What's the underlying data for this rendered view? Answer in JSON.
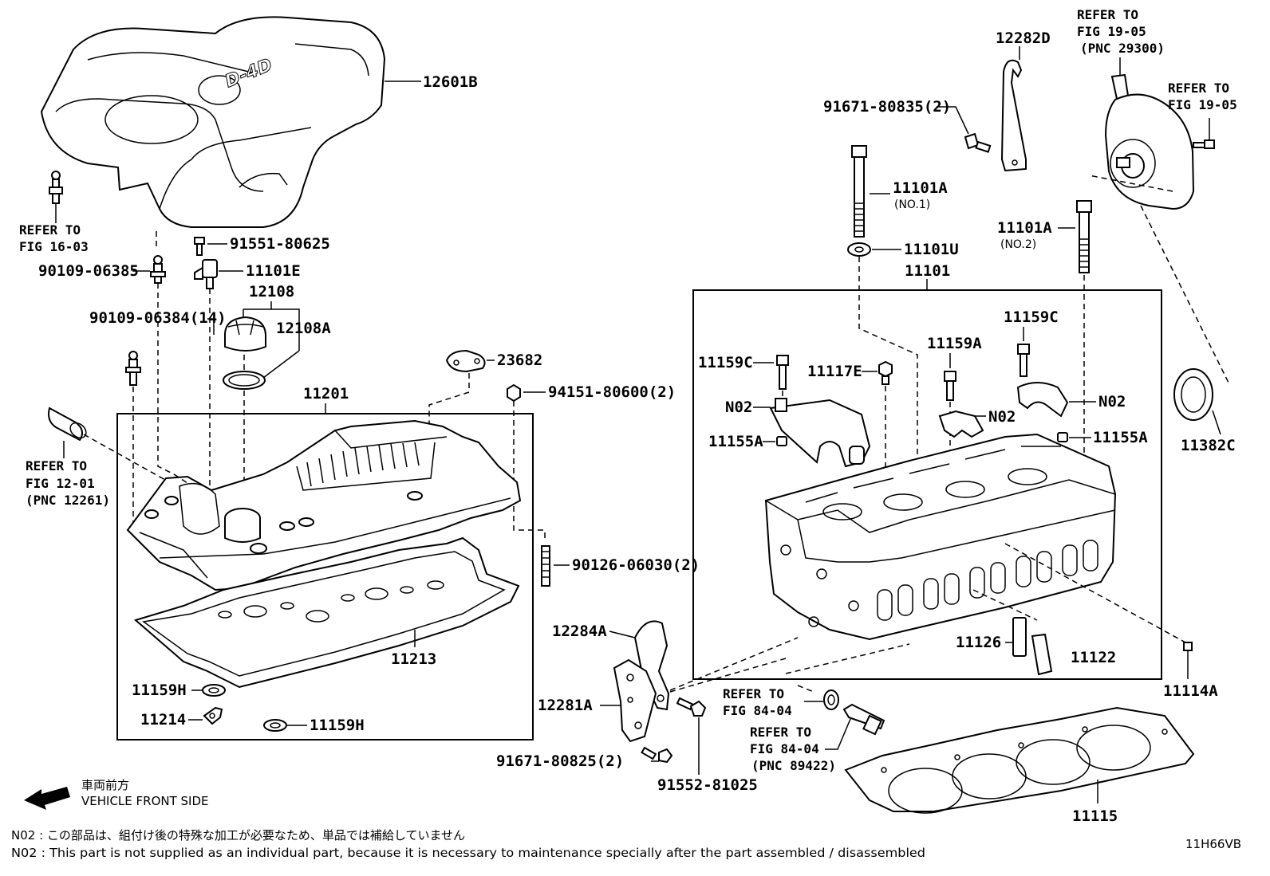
{
  "parts": {
    "p12601B": "12601B",
    "p91551_80625": "91551-80625",
    "p90109_06385": "90109-06385",
    "p11101E": "11101E",
    "p12108": "12108",
    "p12108A": "12108A",
    "p90109_06384": "90109-06384(14)",
    "p23682": "23682",
    "p94151_80600": "94151-80600(2)",
    "p11201": "11201",
    "p90126_06030": "90126-06030(2)",
    "p11213": "11213",
    "p11159H_a": "11159H",
    "p11214": "11214",
    "p11159H_b": "11159H",
    "p12282D": "12282D",
    "p91671_80835": "91671-80835(2)",
    "p11101A_1": "11101A",
    "p11101A_1_sub": "(NO.1)",
    "p11101A_2": "11101A",
    "p11101A_2_sub": "(NO.2)",
    "p11101U": "11101U",
    "p11101": "11101",
    "p11159C_a": "11159C",
    "p11117E": "11117E",
    "p11159A": "11159A",
    "p11159C_b": "11159C",
    "pN02_a": "N02",
    "pN02_b": "N02",
    "pN02_c": "N02",
    "p11155A_a": "11155A",
    "p11155A_b": "11155A",
    "p11382C": "11382C",
    "p11126": "11126",
    "p11122": "11122",
    "p11114A": "11114A",
    "p12284A": "12284A",
    "p12281A": "12281A",
    "p91671_80825": "91671-80825(2)",
    "p91552_81025": "91552-81025",
    "p11115": "11115"
  },
  "refs": {
    "r16_03": {
      "l1": "REFER TO",
      "l2": "FIG 16-03"
    },
    "r12_01": {
      "l1": "REFER TO",
      "l2": "FIG 12-01",
      "l3": "(PNC 12261)"
    },
    "r19_05a": {
      "l1": "REFER TO",
      "l2": "FIG 19-05",
      "l3": "(PNC 29300)"
    },
    "r19_05b": {
      "l1": "REFER TO",
      "l2": "FIG 19-05"
    },
    "r84_04a": {
      "l1": "REFER TO",
      "l2": "FIG 84-04"
    },
    "r84_04b": {
      "l1": "REFER TO",
      "l2": "FIG 84-04",
      "l3": "(PNC 89422)"
    }
  },
  "cover_logo": "D-4D",
  "direction": {
    "jp": "車両前方",
    "en": "VEHICLE FRONT SIDE"
  },
  "notes": {
    "jp": "N02 : この部品は、組付け後の特殊な加工が必要なため、単品では補給していません",
    "en": "N02 : This part is not supplied as an individual part, because it is necessary to maintenance specially after the part assembled / disassembled"
  },
  "figure_code": "11H66VB"
}
